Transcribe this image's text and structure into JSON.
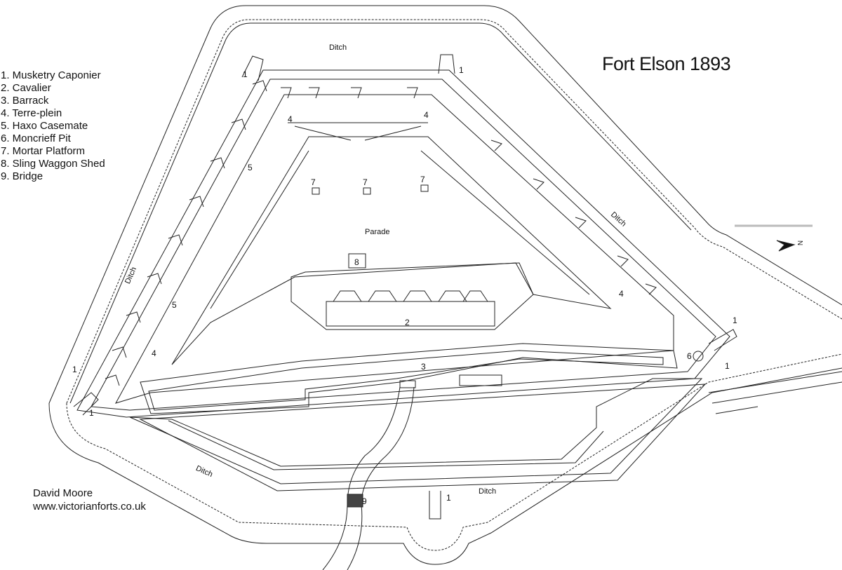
{
  "title": "Fort Elson 1893",
  "legend": [
    "1. Musketry Caponier",
    "2. Cavalier",
    "3. Barrack",
    "4. Terre-plein",
    "5. Haxo Casemate",
    "6. Moncrieff Pit",
    "7. Mortar Platform",
    "8. Sling Waggon Shed",
    "9. Bridge"
  ],
  "credit": {
    "author": "David Moore",
    "website": "www.victorianforts.co.uk"
  },
  "map_labels": {
    "ditch": "Ditch",
    "parade": "Parade",
    "north": "N"
  },
  "markers": {
    "one": "1",
    "two": "2",
    "three": "3",
    "four": "4",
    "five": "5",
    "six": "6",
    "seven": "7",
    "eight": "8",
    "nine": "9"
  },
  "colors": {
    "line": "#222222",
    "background": "#ffffff",
    "scale_bar": "#bbbbbb"
  }
}
